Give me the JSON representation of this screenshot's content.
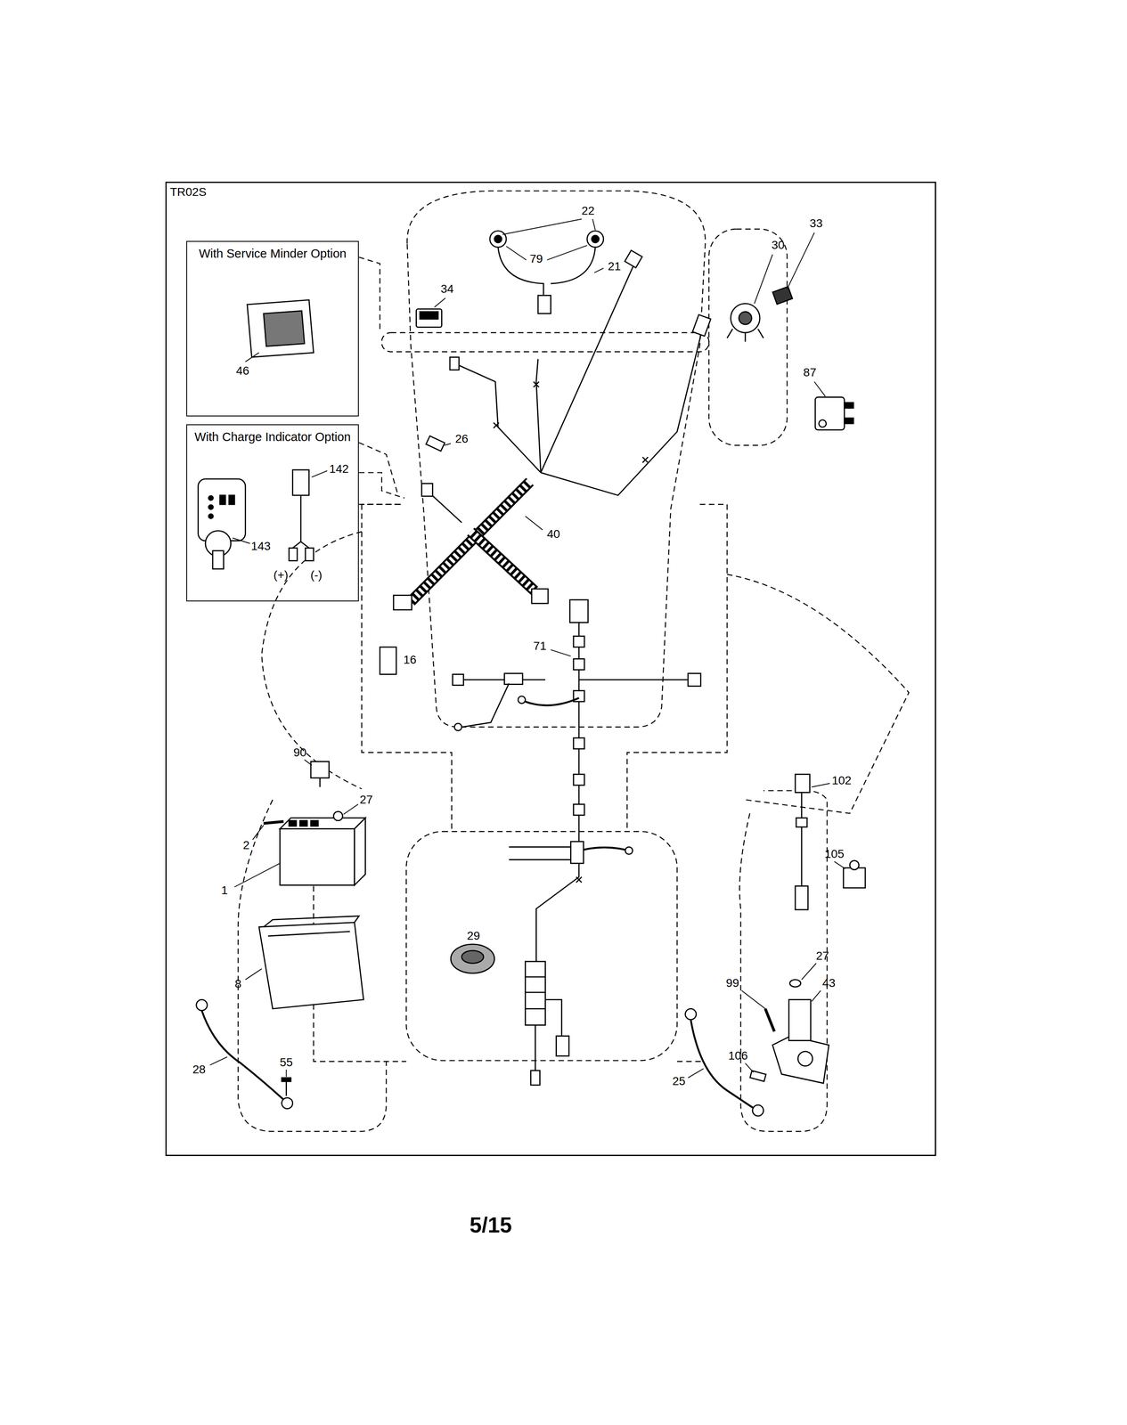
{
  "diagram": {
    "nodes": [
      {
        "text": [
          "TR02S"
        ]
      },
      {
        "text": [
          "With Service Minder Option"
        ],
        "in": 0
      },
      {
        "text": [
          "With Charge Indicator Option"
        ],
        "in": 0
      }
    ],
    "labels": [
      "22",
      "33",
      "30",
      "79",
      "21",
      "34",
      "46",
      "87",
      "26",
      "142",
      "40",
      "143",
      "(+)",
      "(-)",
      "71",
      "16",
      "90",
      "27",
      "102",
      "2",
      "105",
      "1",
      "29",
      "27",
      "99",
      "43",
      "8",
      "106",
      "28",
      "55",
      "25",
      "5/15"
    ]
  }
}
